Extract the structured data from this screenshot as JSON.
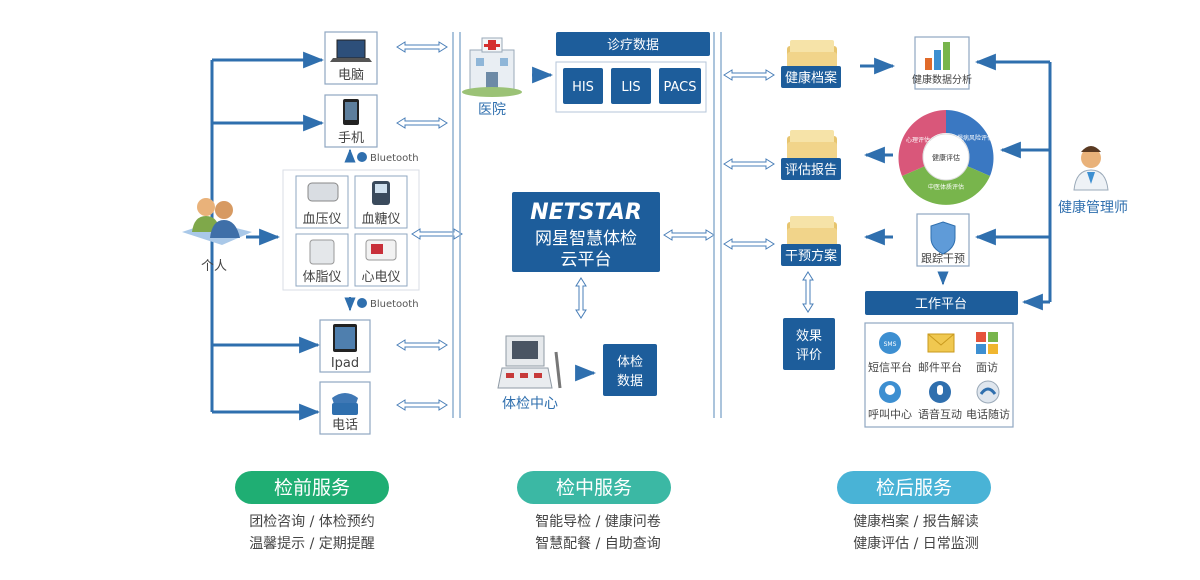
{
  "left": {
    "person_label": "个人",
    "devices": {
      "pc": "电脑",
      "phone": "手机",
      "ipad": "Ipad",
      "telephone": "电话"
    },
    "bluetooth_label": "Bluetooth",
    "instruments": {
      "blood_pressure": "血压仪",
      "blood_glucose": "血糖仪",
      "body_fat": "体脂仪",
      "ecg": "心电仪"
    }
  },
  "center": {
    "hospital_label": "医院",
    "clinical_title": "诊疗数据",
    "clinical_systems": [
      "HIS",
      "LIS",
      "PACS"
    ],
    "brand": "NETSTAR",
    "platform_line1": "网星智慧体检",
    "platform_line2": "云平台",
    "exam_center_label": "体检中心",
    "exam_data_line1": "体检",
    "exam_data_line2": "数据"
  },
  "right": {
    "health_record": "健康档案",
    "assessment_report": "评估报告",
    "intervention_plan": "干预方案",
    "effect_eval_line1": "效果",
    "effect_eval_line2": "评价",
    "data_analysis": "健康数据分析",
    "follow_up": "跟踪干预",
    "work_platform": "工作平台",
    "manager_label": "健康管理师",
    "wheel": {
      "center": "健康评估",
      "seg_chronic": "慢病风险评估",
      "seg_psych": "心理评估",
      "seg_tcm": "中医体质评估"
    },
    "tools": [
      "短信平台",
      "邮件平台",
      "面访",
      "呼叫中心",
      "语音互动",
      "电话随访"
    ]
  },
  "services": [
    {
      "title": "检前服务",
      "line1": "团检咨询 / 体检预约",
      "line2": "温馨提示 / 定期提醒",
      "color": "#1fae73"
    },
    {
      "title": "检中服务",
      "line1": "智能导检 / 健康问卷",
      "line2": "智慧配餐 / 自助查询",
      "color": "#3bb8a4"
    },
    {
      "title": "检后服务",
      "line1": "健康档案 / 报告解读",
      "line2": "健康评估 / 日常监测",
      "color": "#49b3d6"
    }
  ],
  "colors": {
    "primary_blue": "#1d5d9b",
    "line_blue": "#2f6fae",
    "wheel_pink": "#d9577a",
    "wheel_blue": "#3a78c2",
    "wheel_green": "#78b54c"
  }
}
